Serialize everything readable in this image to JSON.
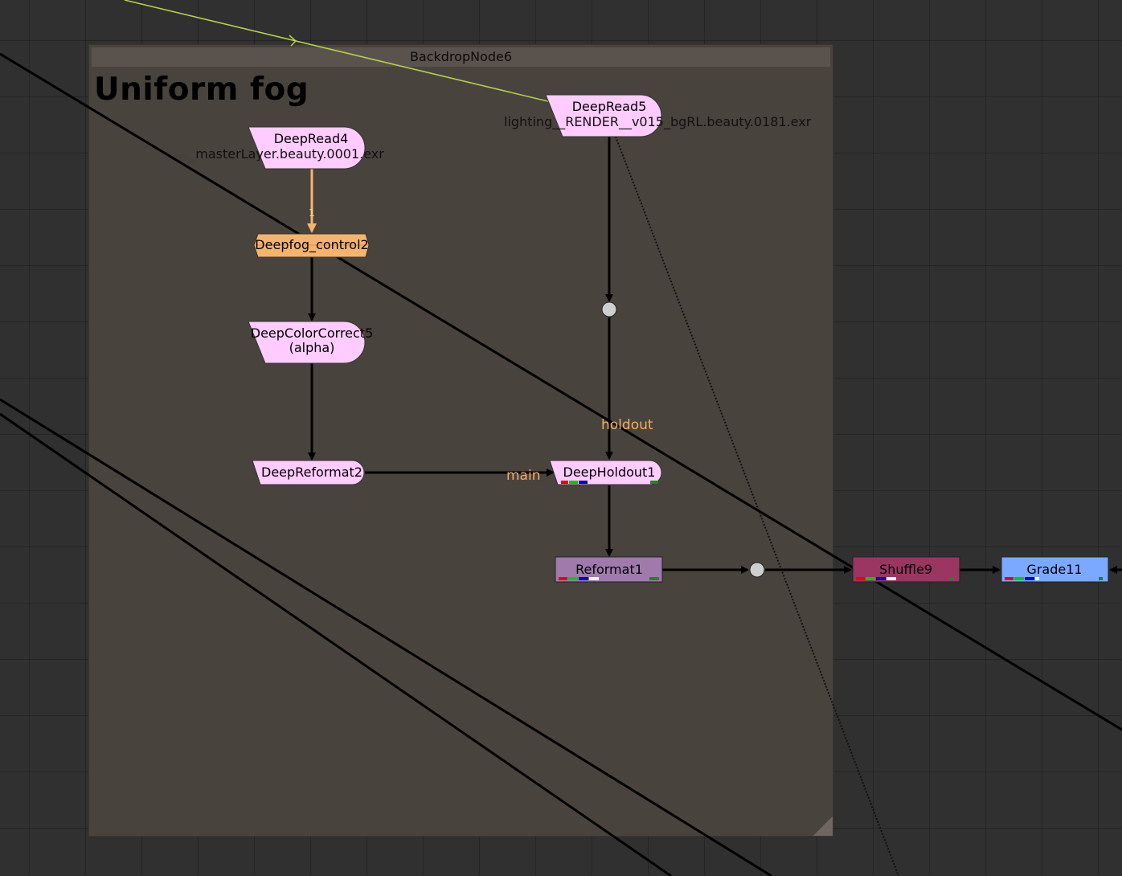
{
  "backdrop": {
    "name": "BackdropNode6",
    "title": "Uniform fog"
  },
  "nodes": {
    "deepread4": {
      "label": "DeepRead4",
      "file": "masterLayer.beauty.0001.exr",
      "file_prefix": "..._",
      "color": "#ffccff"
    },
    "deepread5": {
      "label": "DeepRead5",
      "file": "lighting__RENDER__v015_bgRL.beauty.0181.exr",
      "color": "#ffccff"
    },
    "deepfog": {
      "label": "Deepfog_control2",
      "color": "#f5b46e"
    },
    "deepcc": {
      "label": "DeepColorCorrect5",
      "sublabel": "(alpha)",
      "color": "#ffccff"
    },
    "deepreformat": {
      "label": "DeepReformat2",
      "color": "#ffccff"
    },
    "deepholdout": {
      "label": "DeepHoldout1",
      "color": "#ffccff"
    },
    "reformat": {
      "label": "Reformat1",
      "color": "#a07aac"
    },
    "shuffle": {
      "label": "Shuffle9",
      "color": "#9b3562"
    },
    "grade": {
      "label": "Grade11",
      "color": "#7ba9ff"
    }
  },
  "pipes": {
    "holdout": "holdout",
    "main": "main",
    "input1": "1"
  }
}
